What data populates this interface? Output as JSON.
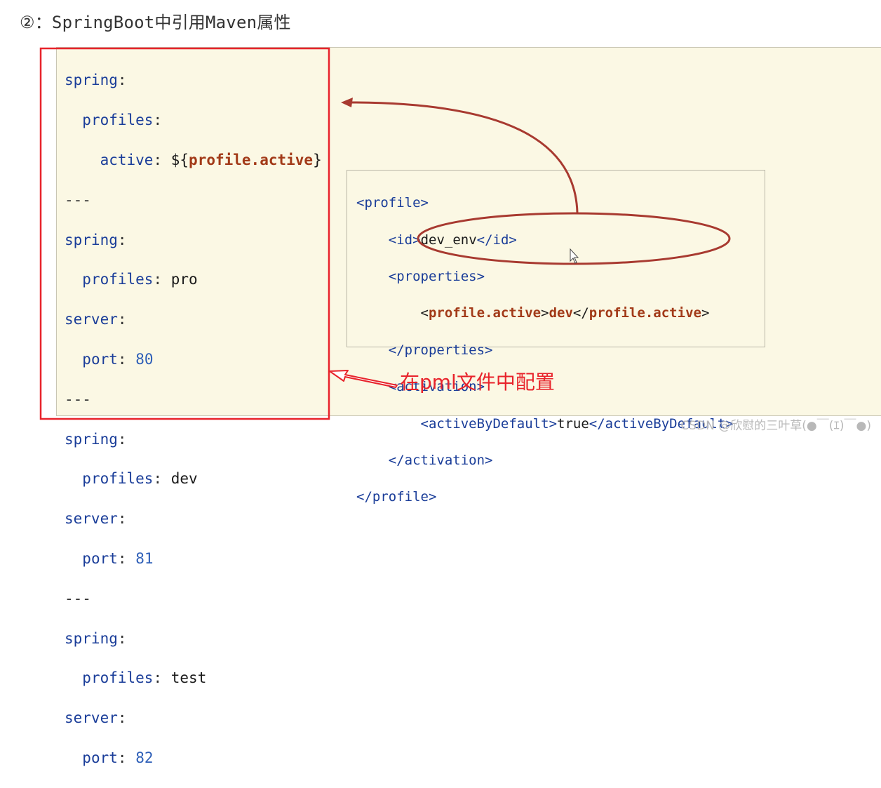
{
  "heading": "②：SpringBoot中引用Maven属性",
  "yaml": {
    "k_spring": "spring",
    "k_profiles": "profiles",
    "k_active": "active",
    "k_server": "server",
    "k_port": "port",
    "colon": ":",
    "separator": "---",
    "active_prefix": "${",
    "active_var": "profile.active",
    "active_suffix": "}",
    "profile_pro": "pro",
    "profile_dev": "dev",
    "profile_test": "test",
    "port_80": "80",
    "port_81": "81",
    "port_82": "82"
  },
  "xml": {
    "lt": "<",
    "lt_close": "</",
    "gt": ">",
    "t_profile": "profile",
    "t_id": "id",
    "id_value": "dev_env",
    "t_properties": "properties",
    "t_profile_active": "profile.active",
    "profile_active_value": "dev",
    "t_activation": "activation",
    "t_active_by_default": "activeByDefault",
    "active_by_default_value": "true"
  },
  "annotation": "在pml文件中配置",
  "watermark": "CSDN @欣慰的三叶草(●￣(ｴ)￣●)",
  "colors": {
    "highlight_box": "#e8232b",
    "arrow": "#a83a30",
    "key": "#1a3d99",
    "number": "#2e5fb8",
    "property": "#a23a18",
    "panel": "#fbf8e4"
  }
}
